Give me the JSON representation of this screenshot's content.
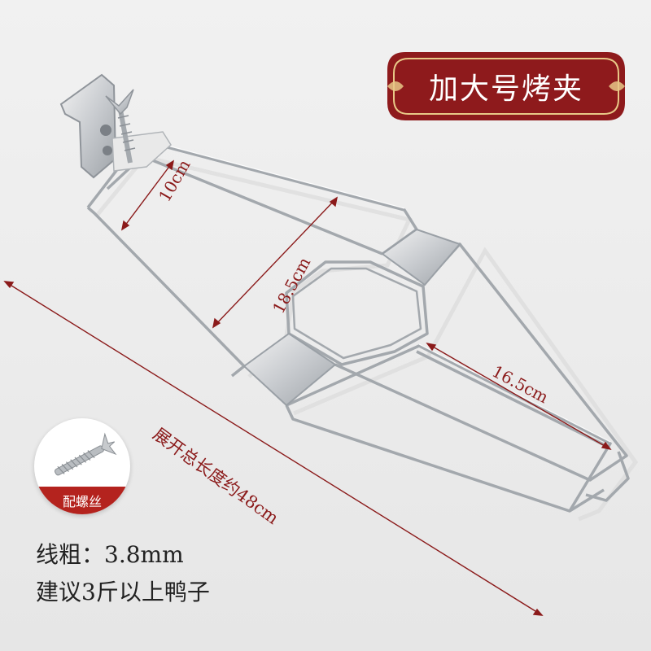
{
  "title_banner": {
    "text": "加大号烤夹",
    "color": "#8e1a1c",
    "accent": "#e8c887"
  },
  "dimensions": {
    "width_top": "10cm",
    "body_width": "18.5cm",
    "tail_length": "16.5cm",
    "total_length": "展开总长度约48cm"
  },
  "accessory": {
    "label": "配螺丝",
    "icon": "wing-screw-icon"
  },
  "specs": {
    "wire": "线粗：3.8mm",
    "advice": "建议3斤以上鸭子"
  },
  "product": {
    "icon": "roasting-clamp-icon"
  },
  "colors": {
    "dimension": "#8b1a1a",
    "badge": "#b4231e",
    "wire": "#9aa0a6"
  }
}
